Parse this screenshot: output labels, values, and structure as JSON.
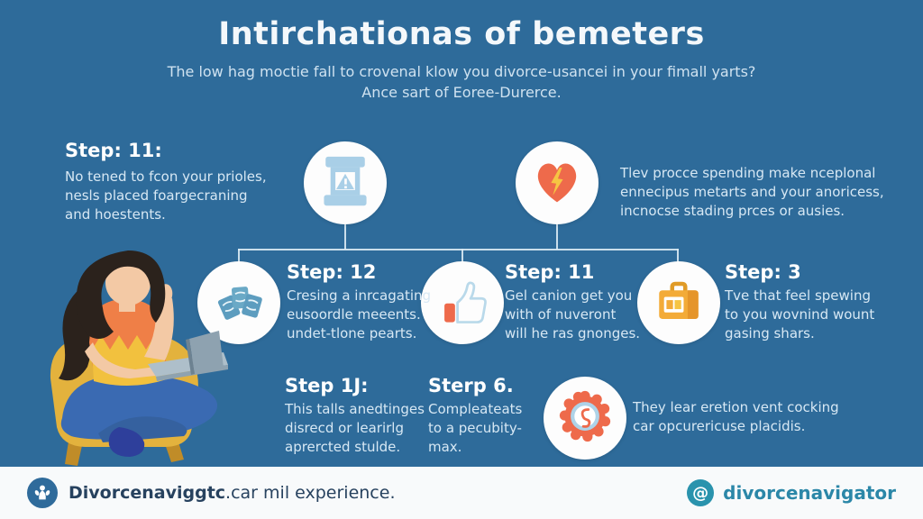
{
  "header": {
    "title": "Intirchationas of bemeters",
    "subtitle": "The low hag moctie fall to crovenal klow you divorce-usancei in your fimall yarts?\nAnce sart of Eoree-Durerce."
  },
  "steps": {
    "top_left": {
      "heading": "Step: 11:",
      "body": "No tened to fcon your prioles,\nnesls placed foargecraning\nand hoestents."
    },
    "top_right_note": "Tlev procce spending make nceplonal\nennecipus metarts and your anoricess,\nincnocse stading prces or ausies.",
    "mid_left": {
      "heading": "Step: 12",
      "body": "Cresing a inrcagating\neusoordle meeents.\nundet-tlone pearts."
    },
    "mid_center": {
      "heading": "Step: 11",
      "body": "Gel canion get you\nwith of nuveront\nwill he ras gnonges."
    },
    "mid_right": {
      "heading": "Step: 3",
      "body": "Tve that feel spewing\nto you wovnind wount\ngasing shars."
    },
    "bottom_left": {
      "heading": "Step 1J:",
      "body": "This talls anedtinges\ndisrecd or learirlg\naprercted stulde."
    },
    "bottom_center": {
      "heading": "Sterp 6.",
      "body": "Compleateats\nto a pecubity-\nmax."
    },
    "bottom_right_note": "They lear eretion vent cocking\ncar opcurericuse placidis."
  },
  "icons": {
    "top_left": "document-warning-icon",
    "top_right": "heart-lightning-icon",
    "mid_left": "cards-icon",
    "mid_center": "thumbs-up-icon",
    "mid_right": "briefcase-icon",
    "bottom": "badge-seal-icon",
    "footer_left": "divorcenavigator-logo-icon",
    "footer_right": "at-sign-icon",
    "illustration": "woman-laptop-illustration"
  },
  "footer": {
    "left_brand": "Divorcenaviggtc",
    "left_rest": ".car mil experience.",
    "right_handle": "divorcenavigator"
  },
  "colors": {
    "background": "#2e6b9a",
    "accent_orange": "#ee6a4b",
    "accent_yellow": "#f6c443",
    "icon_light_blue": "#a9cfe7",
    "cards_teal": "#5d9dbf",
    "briefcase_yellow": "#f3ab38",
    "footer_navy": "#27425f",
    "footer_teal": "#2b87a8"
  }
}
